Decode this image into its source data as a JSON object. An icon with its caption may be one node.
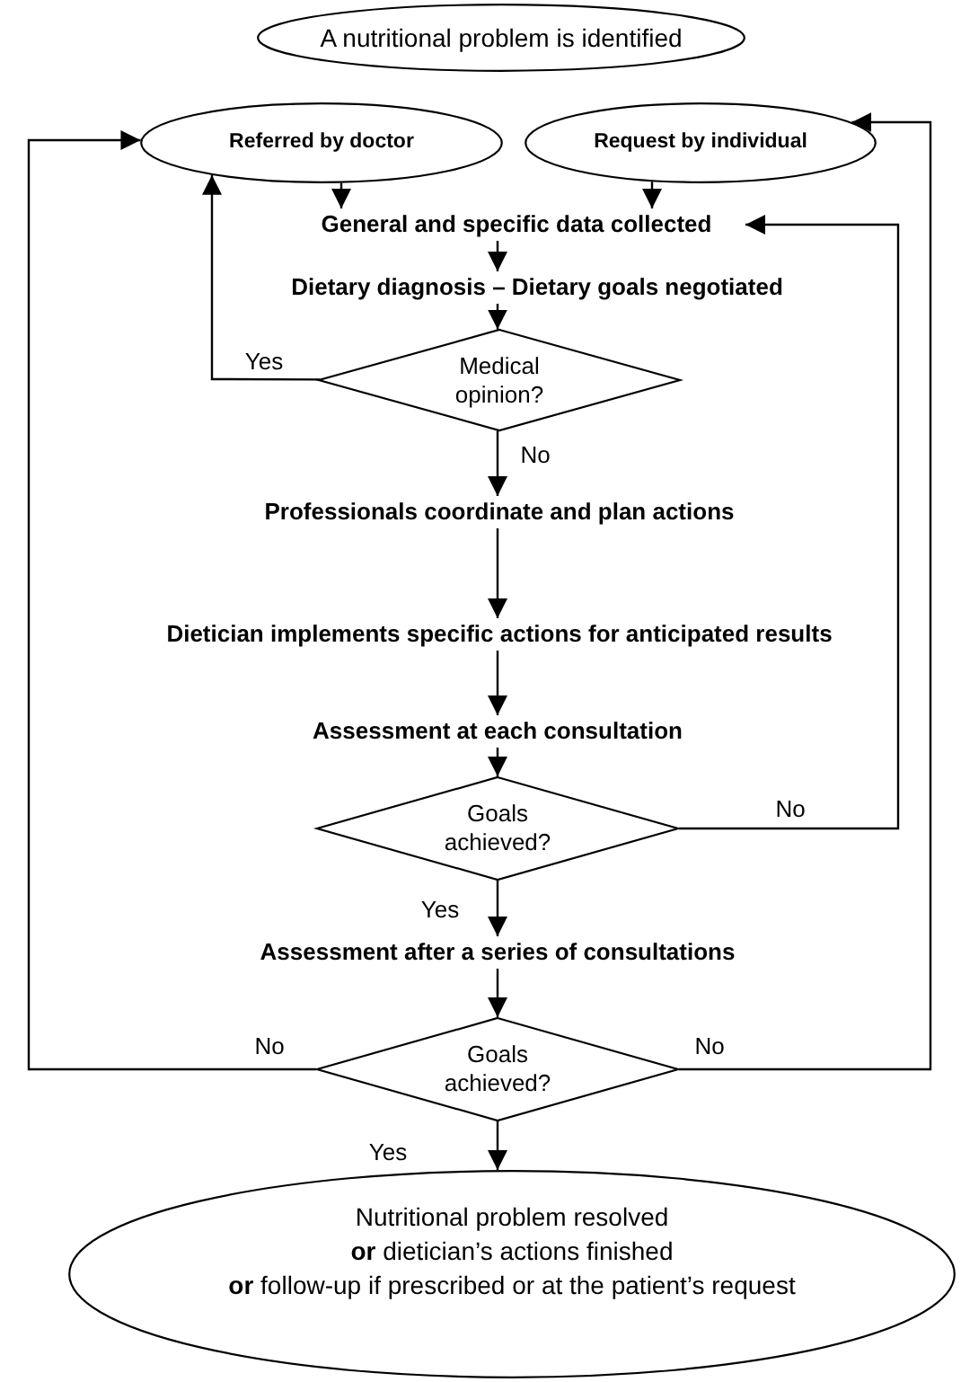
{
  "diagram": {
    "nodes": [
      {
        "text": [
          "A nutritional problem is identified"
        ]
      },
      {
        "text": [
          "Referred by doctor"
        ]
      },
      {
        "text": [
          "Request by individual"
        ]
      },
      {
        "text": [
          "General and specific data collected"
        ]
      },
      {
        "text": [
          "Dietary diagnosis – Dietary goals negotiated"
        ]
      },
      {
        "text": [
          "Medical opinion?"
        ]
      },
      {
        "text": [
          "Professionals coordinate and plan actions"
        ]
      },
      {
        "text": [
          "Dietician implements specific actions for anticipated results"
        ]
      },
      {
        "text": [
          "Assessment at each consultation"
        ]
      },
      {
        "text": [
          "Goals achieved?"
        ]
      },
      {
        "text": [
          "Assessment after a series of consultations"
        ]
      },
      {
        "text": [
          "Goals achieved?"
        ]
      },
      {
        "text": [
          "Nutritional problem resolved",
          "**or** dietician’s actions finished",
          "**or** follow-up if prescribed or at the patient’s request"
        ]
      }
    ],
    "edges": [
      {
        "from": 1,
        "to": 3,
        "arrow": "to"
      },
      {
        "from": 2,
        "to": 3,
        "arrow": "to"
      },
      {
        "from": 3,
        "to": 4,
        "arrow": "to"
      },
      {
        "from": 4,
        "to": 5,
        "arrow": "to"
      },
      {
        "from": 5,
        "to": 1,
        "arrow": "to",
        "label": "Yes"
      },
      {
        "from": 5,
        "to": 6,
        "arrow": "to",
        "label": "No"
      },
      {
        "from": 6,
        "to": 7,
        "arrow": "to"
      },
      {
        "from": 7,
        "to": 8,
        "arrow": "to"
      },
      {
        "from": 8,
        "to": 9,
        "arrow": "to"
      },
      {
        "from": 9,
        "to": 3,
        "arrow": "to",
        "label": "No"
      },
      {
        "from": 9,
        "to": 10,
        "arrow": "to",
        "label": "Yes"
      },
      {
        "from": 10,
        "to": 11,
        "arrow": "to"
      },
      {
        "from": 11,
        "to": 1,
        "arrow": "to",
        "label": "No"
      },
      {
        "from": 11,
        "to": 2,
        "arrow": "to",
        "label": "No"
      },
      {
        "from": 11,
        "to": 12,
        "arrow": "to",
        "label": "Yes"
      }
    ]
  }
}
